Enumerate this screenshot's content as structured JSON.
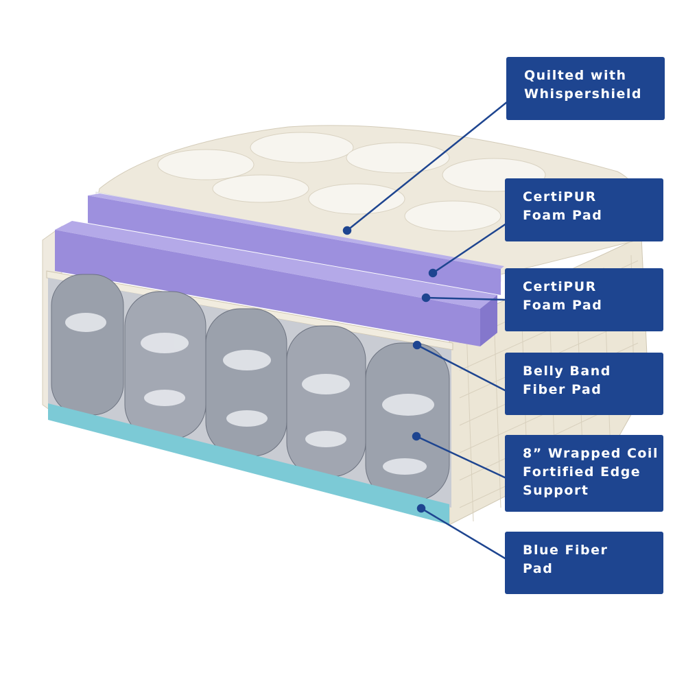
{
  "labels": [
    {
      "id": "quilted",
      "text": "Quilted with\nWhispershield"
    },
    {
      "id": "certipur-1",
      "text": "CertiPUR\nFoam Pad"
    },
    {
      "id": "certipur-2",
      "text": "CertiPUR\nFoam Pad"
    },
    {
      "id": "belly-band",
      "text": "Belly Band\nFiber Pad"
    },
    {
      "id": "wrapped-coil",
      "text": "8” Wrapped Coil\nFortified Edge\nSupport"
    },
    {
      "id": "blue-fiber",
      "text": "Blue Fiber\nPad"
    }
  ],
  "colors": {
    "label_bg": "#1e4590",
    "label_text": "#ffffff",
    "leader_line": "#1e4590",
    "quilt": "#ece7da",
    "foam": "#9b8fdc",
    "coil": "#9aa0ab",
    "blue_fiber": "#7ccad6"
  }
}
